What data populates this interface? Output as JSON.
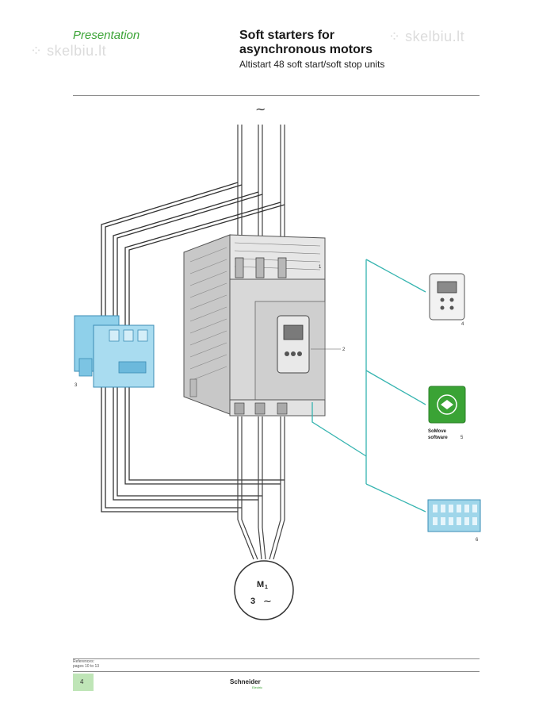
{
  "header": {
    "section": "Presentation",
    "title": "Soft starters for\nasynchronous motors",
    "subtitle": "Altistart 48 soft start/soft stop units",
    "watermark": "skelbiu.lt"
  },
  "diagram": {
    "supply_symbol": "~",
    "motor_label_m": "M",
    "motor_label_sub": "1",
    "motor_label_phase": "3",
    "motor_label_tilde": "~",
    "callout_1": "1",
    "callout_2": "2",
    "callout_3": "3",
    "callout_4": "4",
    "callout_5": "5",
    "callout_6": "6",
    "software_line1": "SoMove",
    "software_line2": "software"
  },
  "footer": {
    "references_label": "References:",
    "references_pages": "pages 10 to 13",
    "page_number": "4",
    "brand": "Schneider",
    "brand_sub": "Electric"
  },
  "colors": {
    "green": "#3aa335",
    "teal": "#36b4b0",
    "contactor_blue": "#8fd0ea"
  }
}
